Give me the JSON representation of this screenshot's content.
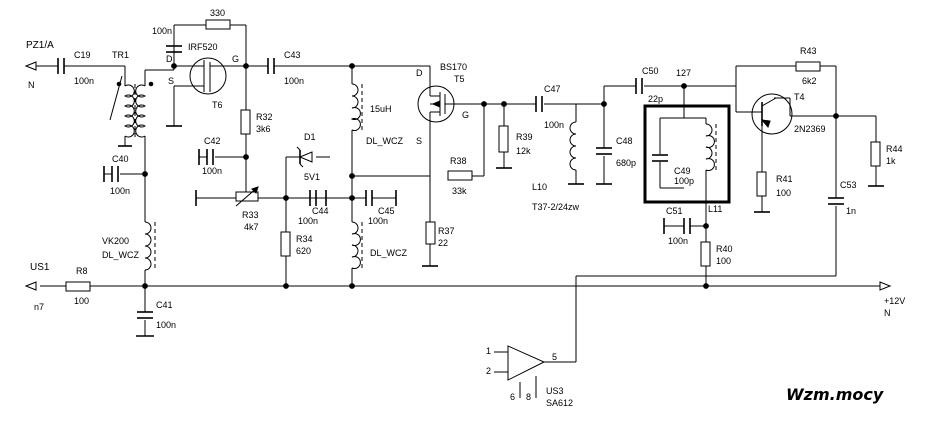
{
  "title": "Wzm.mocy",
  "ports": {
    "pz1": "PZ1/A",
    "pz1_n": "N",
    "us1": "US1",
    "us1_n": "n7",
    "supply": "+12V",
    "supply_n": "N"
  },
  "components": {
    "c19": {
      "ref": "C19",
      "value": "100n"
    },
    "tr1": {
      "ref": "TR1"
    },
    "c40": {
      "ref": "C40",
      "value": "100n"
    },
    "vk200": {
      "ref": "VK200",
      "value": "DL_WCZ"
    },
    "r8": {
      "ref": "R8",
      "value": "100"
    },
    "c41": {
      "ref": "C41",
      "value": "100n"
    },
    "r330": {
      "value": "330"
    },
    "c100_top": {
      "value": "100n"
    },
    "t6": {
      "ref": "T6",
      "part": "IRF520",
      "d": "D",
      "s": "S",
      "g": "G"
    },
    "r32": {
      "ref": "R32",
      "value": "3k6"
    },
    "c42": {
      "ref": "C42",
      "value": "100n"
    },
    "r33": {
      "ref": "R33",
      "value": "4k7"
    },
    "d1": {
      "ref": "D1",
      "value": "5V1"
    },
    "c44": {
      "ref": "C44",
      "value": "100n"
    },
    "r34": {
      "ref": "R34",
      "value": "620"
    },
    "c43": {
      "ref": "C43",
      "value": "100n"
    },
    "l_15uh": {
      "value": "15uH",
      "type": "DL_WCZ"
    },
    "c45": {
      "ref": "C45",
      "value": "100n"
    },
    "l_dl2": {
      "type": "DL_WCZ"
    },
    "t5": {
      "ref": "T5",
      "part": "BS170",
      "d": "D",
      "g": "G",
      "s": "S"
    },
    "r38": {
      "ref": "R38",
      "value": "33k"
    },
    "r37": {
      "ref": "R37",
      "value": "22"
    },
    "r39": {
      "ref": "R39",
      "value": "12k"
    },
    "c47": {
      "ref": "C47",
      "value": "100n"
    },
    "l10": {
      "ref": "L10",
      "core": "T37-2/24zw"
    },
    "c48": {
      "ref": "C48",
      "value": "680p"
    },
    "c50": {
      "ref": "C50",
      "value": "22p"
    },
    "node127": {
      "label": "127"
    },
    "c49": {
      "ref": "C49",
      "value": "100p"
    },
    "l11": {
      "ref": "L11"
    },
    "c51": {
      "ref": "C51",
      "value": "100n"
    },
    "r40": {
      "ref": "R40",
      "value": "100"
    },
    "r43": {
      "ref": "R43",
      "value": "6k2"
    },
    "t4": {
      "ref": "T4",
      "part": "2N2369"
    },
    "r41": {
      "ref": "R41",
      "value": "100"
    },
    "c53": {
      "ref": "C53",
      "value": "1n"
    },
    "r44": {
      "ref": "R44",
      "value": "1k"
    },
    "us3": {
      "ref": "US3",
      "part": "SA612",
      "pin1": "1",
      "pin2": "2",
      "pin5": "5",
      "pin6": "6",
      "pin8": "8"
    }
  }
}
